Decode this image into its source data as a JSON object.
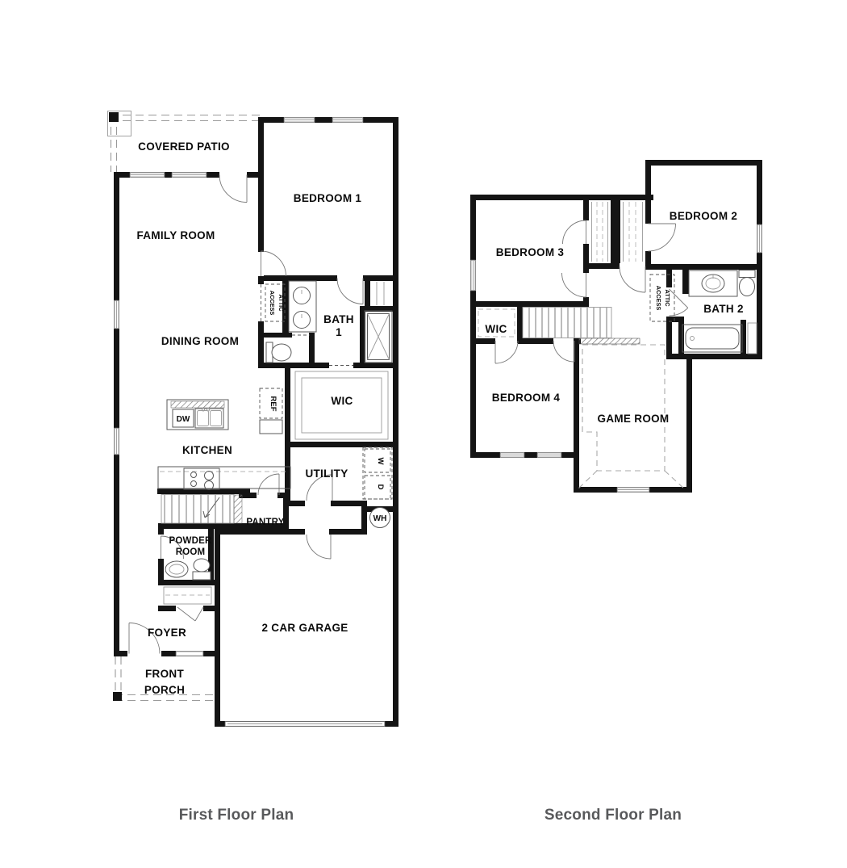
{
  "captions": {
    "first": "First Floor Plan",
    "second": "Second Floor Plan"
  },
  "first_floor": {
    "covered_patio": "COVERED PATIO",
    "family_room": "FAMILY ROOM",
    "bedroom_1": "BEDROOM 1",
    "dining_room": "DINING ROOM",
    "attic_line1": "ATTIC",
    "attic_line2": "ACCESS",
    "bath_1_line1": "BATH",
    "bath_1_line2": "1",
    "wic": "WIC",
    "ref": "REF",
    "kitchen": "KITCHEN",
    "dw": "DW",
    "utility": "UTILITY",
    "washer": "W",
    "dryer": "D",
    "pantry": "PANTRY",
    "water_heater": "WH",
    "powder_line1": "POWDER",
    "powder_line2": "ROOM",
    "foyer": "FOYER",
    "porch_line1": "FRONT",
    "porch_line2": "PORCH",
    "garage": "2 CAR GARAGE"
  },
  "second_floor": {
    "bedroom_3": "BEDROOM 3",
    "bedroom_2": "BEDROOM 2",
    "attic_line1": "ATTIC",
    "attic_line2": "ACCESS",
    "bath_2": "BATH 2",
    "wic": "WIC",
    "bedroom_4": "BEDROOM 4",
    "game_room": "GAME ROOM"
  },
  "colors": {
    "walls": "#141414",
    "label_text": "#0c0c0c",
    "caption_text": "#58595b",
    "fixture_lines": "#5a5a5a",
    "background": "#ffffff"
  }
}
